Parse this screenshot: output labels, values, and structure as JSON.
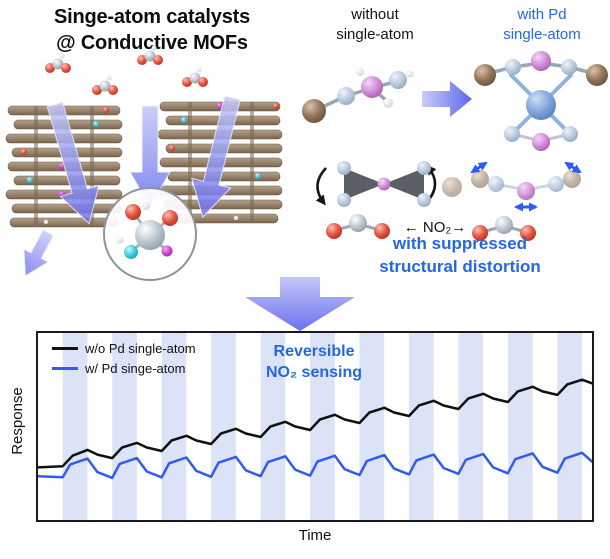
{
  "figure": {
    "title_line1": "Singe-atom catalysts",
    "title_line2": "@ Conductive MOFs"
  },
  "comparison": {
    "without_line1": "without",
    "without_line2": "single-atom",
    "with_line1": "with Pd",
    "with_line2": "single-atom",
    "no2_exchange": "← NO₂→",
    "suppressed_line1": "with suppressed",
    "suppressed_line2": "structural distortion"
  },
  "colors": {
    "accent_blue": "#2467e0",
    "band_blue": "#dde3f6",
    "arrow_blue": "#6c72ee"
  },
  "chart": {
    "ylabel": "Response",
    "xlabel": "Time",
    "annotation_line1": "Reversible",
    "annotation_line2": "NO₂ sensing"
  },
  "chart_data": {
    "type": "line",
    "title": "",
    "xlabel": "Time",
    "ylabel": "Response",
    "xlim": [
      0,
      112
    ],
    "ylim": [
      0.8,
      4.0
    ],
    "grid": false,
    "legend_position": "top-left",
    "band_color": "#dde3f6",
    "bands": [
      [
        5,
        10
      ],
      [
        15,
        20
      ],
      [
        25,
        30
      ],
      [
        35,
        40
      ],
      [
        45,
        50
      ],
      [
        55,
        60
      ],
      [
        65,
        70
      ],
      [
        75,
        80
      ],
      [
        85,
        90
      ],
      [
        95,
        100
      ],
      [
        105,
        110
      ]
    ],
    "series": [
      {
        "name": "w/o Pd single-atom",
        "color": "#111111",
        "points": [
          [
            0,
            1.7
          ],
          [
            5,
            1.72
          ],
          [
            7,
            1.9
          ],
          [
            10,
            2.0
          ],
          [
            12,
            1.92
          ],
          [
            15,
            1.86
          ],
          [
            17,
            2.04
          ],
          [
            20,
            2.12
          ],
          [
            22,
            2.04
          ],
          [
            25,
            1.98
          ],
          [
            27,
            2.16
          ],
          [
            30,
            2.24
          ],
          [
            32,
            2.16
          ],
          [
            35,
            2.1
          ],
          [
            37,
            2.28
          ],
          [
            40,
            2.36
          ],
          [
            42,
            2.28
          ],
          [
            45,
            2.22
          ],
          [
            47,
            2.4
          ],
          [
            50,
            2.48
          ],
          [
            52,
            2.4
          ],
          [
            55,
            2.34
          ],
          [
            57,
            2.52
          ],
          [
            60,
            2.6
          ],
          [
            62,
            2.52
          ],
          [
            65,
            2.46
          ],
          [
            67,
            2.64
          ],
          [
            70,
            2.72
          ],
          [
            72,
            2.64
          ],
          [
            75,
            2.58
          ],
          [
            77,
            2.76
          ],
          [
            80,
            2.84
          ],
          [
            82,
            2.76
          ],
          [
            85,
            2.7
          ],
          [
            87,
            2.88
          ],
          [
            90,
            2.96
          ],
          [
            92,
            2.88
          ],
          [
            95,
            2.82
          ],
          [
            97,
            3.0
          ],
          [
            100,
            3.08
          ],
          [
            102,
            3.0
          ],
          [
            105,
            2.94
          ],
          [
            107,
            3.12
          ],
          [
            110,
            3.2
          ],
          [
            112,
            3.14
          ]
        ]
      },
      {
        "name": "w/ Pd singe-atom",
        "color": "#2f5bf0",
        "points": [
          [
            0,
            1.55
          ],
          [
            5,
            1.53
          ],
          [
            6.5,
            1.75
          ],
          [
            10,
            1.85
          ],
          [
            12,
            1.62
          ],
          [
            15,
            1.52
          ],
          [
            16.5,
            1.76
          ],
          [
            20,
            1.86
          ],
          [
            22,
            1.63
          ],
          [
            25,
            1.53
          ],
          [
            26.5,
            1.77
          ],
          [
            30,
            1.87
          ],
          [
            32,
            1.64
          ],
          [
            35,
            1.54
          ],
          [
            36.5,
            1.78
          ],
          [
            40,
            1.88
          ],
          [
            42,
            1.65
          ],
          [
            45,
            1.55
          ],
          [
            46.5,
            1.79
          ],
          [
            50,
            1.89
          ],
          [
            52,
            1.66
          ],
          [
            55,
            1.56
          ],
          [
            56.5,
            1.8
          ],
          [
            60,
            1.9
          ],
          [
            62,
            1.67
          ],
          [
            65,
            1.57
          ],
          [
            66.5,
            1.81
          ],
          [
            70,
            1.91
          ],
          [
            72,
            1.68
          ],
          [
            75,
            1.58
          ],
          [
            76.5,
            1.82
          ],
          [
            80,
            1.92
          ],
          [
            82,
            1.69
          ],
          [
            85,
            1.59
          ],
          [
            86.5,
            1.83
          ],
          [
            90,
            1.93
          ],
          [
            92,
            1.7
          ],
          [
            95,
            1.6
          ],
          [
            96.5,
            1.84
          ],
          [
            100,
            1.94
          ],
          [
            102,
            1.71
          ],
          [
            105,
            1.61
          ],
          [
            106.5,
            1.85
          ],
          [
            110,
            1.95
          ],
          [
            112,
            1.8
          ]
        ]
      }
    ]
  }
}
